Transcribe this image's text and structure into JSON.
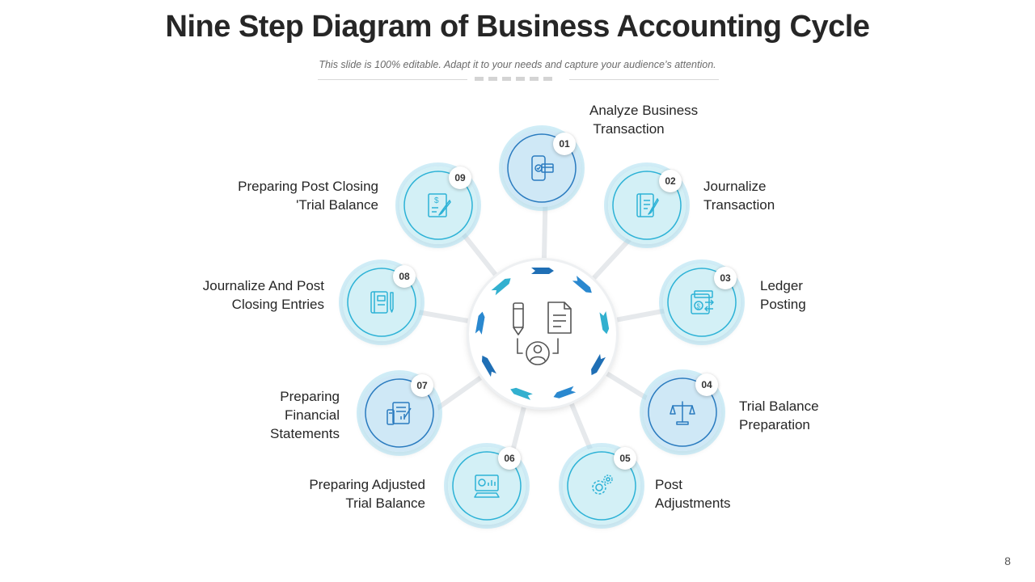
{
  "slide": {
    "title": "Nine Step Diagram of Business Accounting Cycle",
    "subtitle": "This slide is 100% editable. Adapt it to your needs and capture your audience’s attention.",
    "page_number": "8"
  },
  "colors": {
    "dark_blue": "#2a7bbf",
    "light_blue": "#2db2d6",
    "node_fill_blue": "#cfe8f6",
    "node_fill_cyan": "#d3f0f6",
    "text": "#262626"
  },
  "steps": [
    {
      "number": "01",
      "label": "Analyze Business\n Transaction",
      "icon": "mobile-payment-icon"
    },
    {
      "number": "02",
      "label": "Journalize\nTransaction",
      "icon": "journal-pen-icon"
    },
    {
      "number": "03",
      "label": "Ledger\nPosting",
      "icon": "ledger-transfer-icon"
    },
    {
      "number": "04",
      "label": "Trial Balance\nPreparation",
      "icon": "balance-scale-icon"
    },
    {
      "number": "05",
      "label": "Post\nAdjustments",
      "icon": "gears-icon"
    },
    {
      "number": "06",
      "label": "Preparing Adjusted\nTrial Balance",
      "icon": "monitor-chart-icon"
    },
    {
      "number": "07",
      "label": "Preparing\nFinancial\nStatements",
      "icon": "financial-report-icon"
    },
    {
      "number": "08",
      "label": "Journalize And Post\nClosing Entries",
      "icon": "notebook-pen-icon"
    },
    {
      "number": "09",
      "label": "Preparing Post Closing\n'Trial Balance",
      "icon": "dollar-document-icon"
    }
  ]
}
